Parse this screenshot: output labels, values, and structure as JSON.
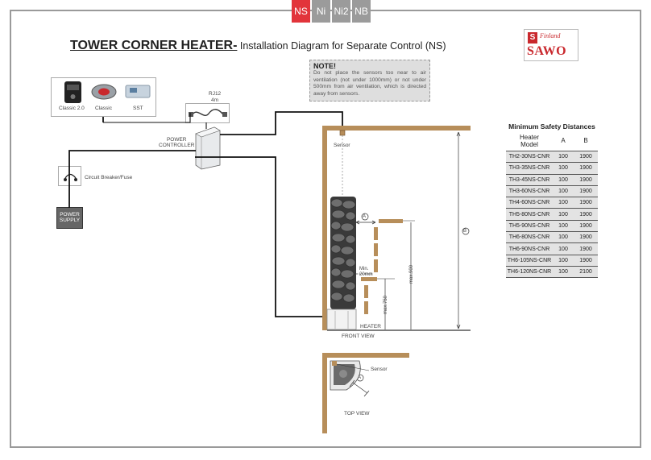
{
  "tabs": [
    {
      "label": "NS",
      "active": true
    },
    {
      "label": "Ni",
      "active": false
    },
    {
      "label": "Ni2",
      "active": false
    },
    {
      "label": "NB",
      "active": false
    }
  ],
  "title": {
    "main": "TOWER CORNER HEATER-",
    "sub": " Installation Diagram for Separate Control (NS)"
  },
  "logo": {
    "mark": "S",
    "tagline": "Finland",
    "brand": "SAWO"
  },
  "note": {
    "heading": "NOTE!",
    "text": "Do not place the sensors too near to air ventilation (not under 1000mm) or not under 500mm from air ventilation, which is directed away from sensors."
  },
  "control_panels": [
    {
      "label": "Classic 2.0",
      "icon": "classic-2-panel-icon"
    },
    {
      "label": "Classic",
      "icon": "classic-panel-icon"
    },
    {
      "label": "SST",
      "icon": "sst-panel-icon"
    }
  ],
  "cable": {
    "type": "RJ12",
    "length": "4m"
  },
  "power_controller": {
    "label": "POWER\nCONTROLLER"
  },
  "breaker": {
    "label": "Circuit Breaker/Fuse",
    "icon": "breaker-switch-icon"
  },
  "power_supply": {
    "label": "POWER\nSUPPLY"
  },
  "front_view": {
    "caption": "FRONT VIEW",
    "sensor_label": "Sensor",
    "heater_label": "HEATER",
    "dim_a": "A",
    "dim_b": "B",
    "min_label": "Min.\n20mm",
    "max_900": "max.900",
    "max_750": "max.750"
  },
  "top_view": {
    "caption": "TOP VIEW",
    "sensor_label": "Sensor",
    "dim_a": "A"
  },
  "colors": {
    "wall": "#b78e5a",
    "wire": "#111111",
    "accent": "#e2343b",
    "tab_grey": "#9b9b9b"
  },
  "safety_table": {
    "title": "Minimum Safety Distances",
    "headers": [
      "Heater\nModel",
      "A",
      "B"
    ],
    "rows": [
      [
        "TH2-30NS-CNR",
        "100",
        "1900"
      ],
      [
        "TH3-35NS-CNR",
        "100",
        "1900"
      ],
      [
        "TH3-45NS-CNR",
        "100",
        "1900"
      ],
      [
        "TH3-60NS-CNR",
        "100",
        "1900"
      ],
      [
        "TH4-60NS-CNR",
        "100",
        "1900"
      ],
      [
        "TH5-80NS-CNR",
        "100",
        "1900"
      ],
      [
        "TH5-90NS-CNR",
        "100",
        "1900"
      ],
      [
        "TH6-80NS-CNR",
        "100",
        "1900"
      ],
      [
        "TH6-90NS-CNR",
        "100",
        "1900"
      ],
      [
        "TH6-105NS-CNR",
        "100",
        "1900"
      ],
      [
        "TH6-120NS-CNR",
        "100",
        "2100"
      ]
    ]
  }
}
